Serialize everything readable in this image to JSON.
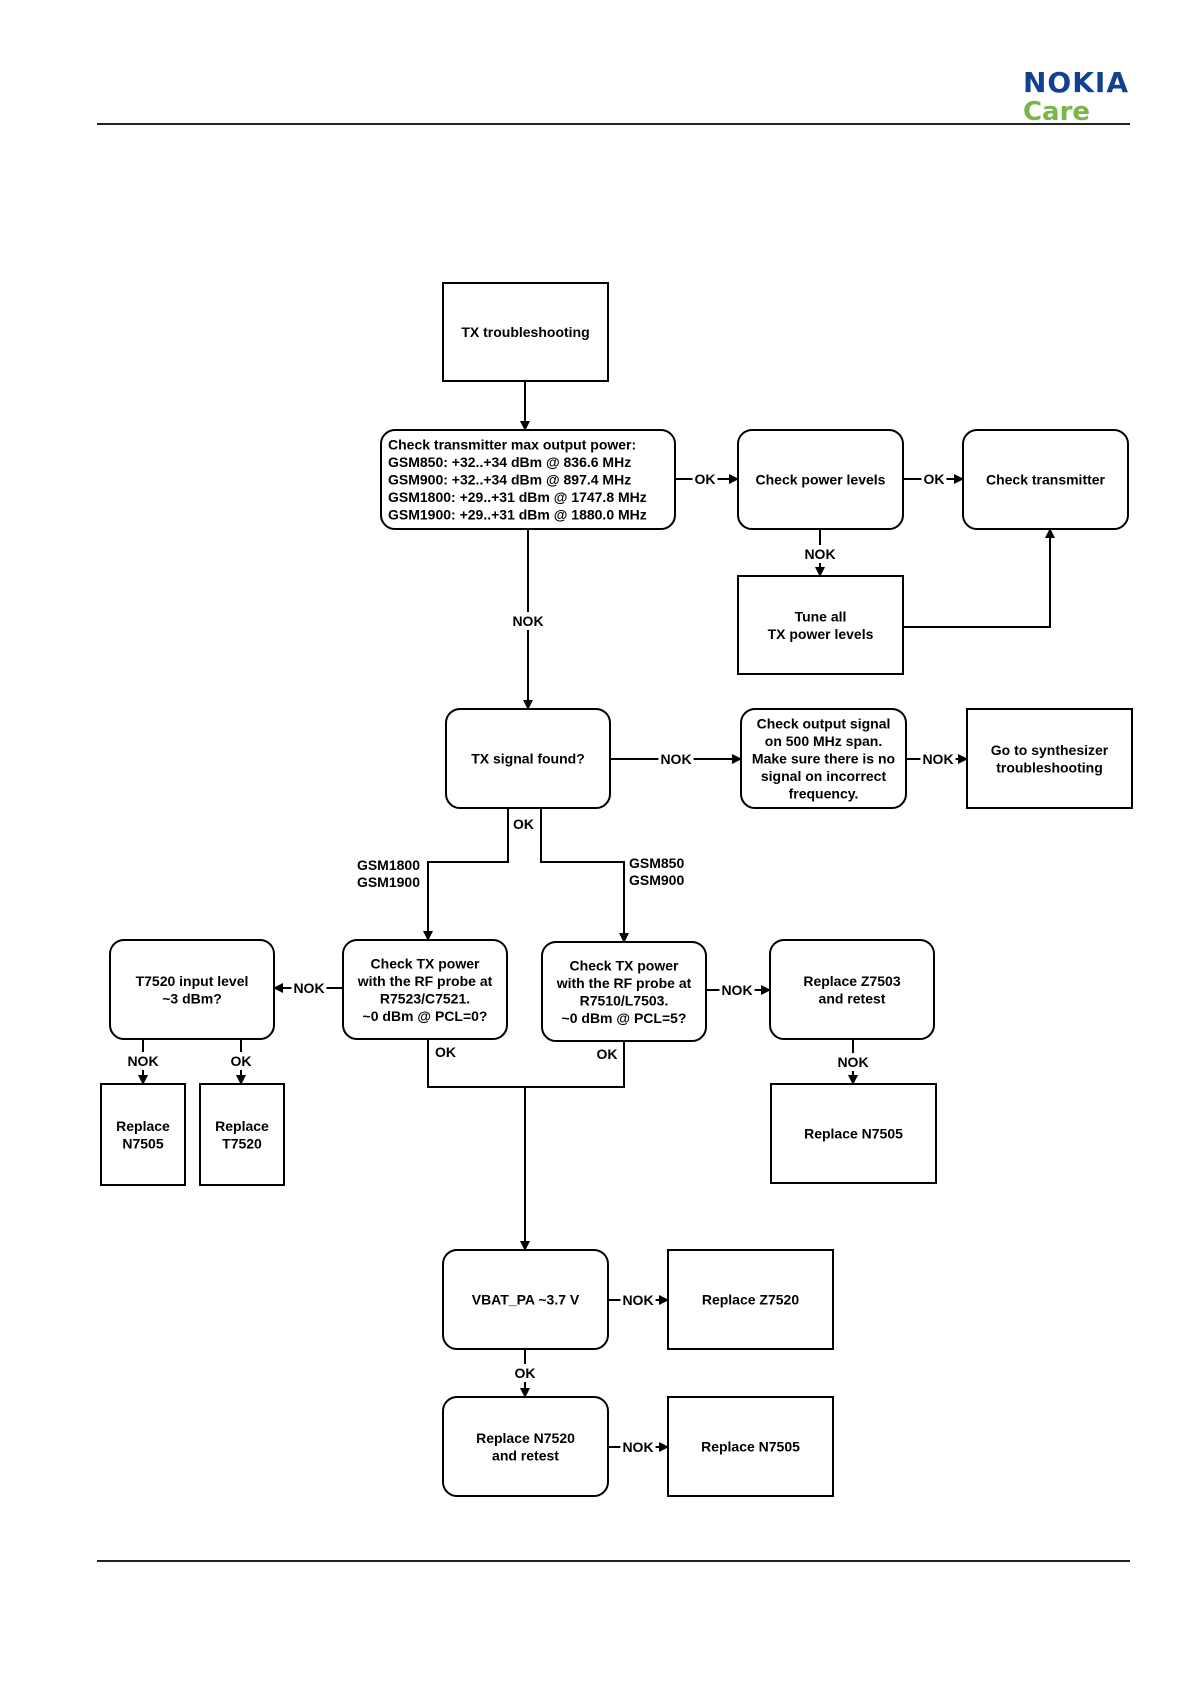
{
  "logo": {
    "brand": "NOKIA",
    "sub": "Care"
  },
  "colors": {
    "brand_blue": "#124191",
    "brand_green": "#7ab648",
    "ink": "#000000"
  },
  "nodes": {
    "start": [
      "TX troubleshooting"
    ],
    "check_max_power": [
      "Check transmitter max output power:",
      "GSM850:  +32..+34 dBm @ 836.6 MHz",
      "GSM900:  +32..+34 dBm @ 897.4 MHz",
      "GSM1800: +29..+31 dBm @ 1747.8 MHz",
      "GSM1900: +29..+31 dBm @ 1880.0 MHz"
    ],
    "check_power_levels": [
      "Check power levels"
    ],
    "check_transmitter": [
      "Check transmitter"
    ],
    "tune_all": [
      "Tune all",
      "TX power levels"
    ],
    "tx_signal_found": [
      "TX signal found?"
    ],
    "check_output_signal": [
      "Check output signal",
      "on 500 MHz span.",
      "Make sure there is no",
      "signal on incorrect",
      "frequency."
    ],
    "synth": [
      "Go to synthesizer",
      "troubleshooting"
    ],
    "t7520_input": [
      "T7520 input level",
      "~3 dBm?"
    ],
    "check_tx_r7523": [
      "Check TX power",
      "with the RF probe at",
      "R7523/C7521.",
      "~0 dBm @ PCL=0?"
    ],
    "check_tx_r7510": [
      "Check TX power",
      "with the RF probe at",
      "R7510/L7503.",
      "~0 dBm @ PCL=5?"
    ],
    "replace_z7503": [
      "Replace Z7503",
      "and retest"
    ],
    "replace_n7505_left": [
      "Replace",
      "N7505"
    ],
    "replace_t7520": [
      "Replace",
      "T7520"
    ],
    "replace_n7505_mid": [
      "Replace N7505"
    ],
    "vbat": [
      "VBAT_PA ~3.7 V"
    ],
    "replace_z7520": [
      "Replace Z7520"
    ],
    "replace_n7520": [
      "Replace N7520",
      "and retest"
    ],
    "replace_n7505_bottom": [
      "Replace N7505"
    ]
  },
  "edge_labels": {
    "ok": "OK",
    "nok": "NOK",
    "gsm_high": [
      "GSM1800",
      "GSM1900"
    ],
    "gsm_low": [
      "GSM850",
      "GSM900"
    ]
  }
}
